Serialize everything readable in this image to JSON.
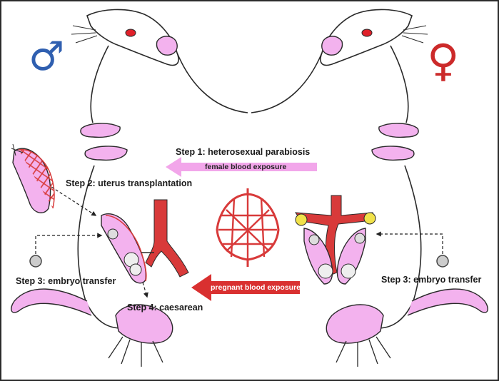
{
  "symbols": {
    "male": "♂",
    "female": "♀"
  },
  "steps": {
    "step1": "Step 1: heterosexual parabiosis",
    "step2": "Step 2: uterus transplantation",
    "step3_left": "Step 3: embryo transfer",
    "step3_right": "Step 3: embryo transfer",
    "step4": "Step 4: caesarean"
  },
  "arrows": {
    "female_blood": "female blood exposure",
    "pregnant_blood": "pregnant blood exposure"
  },
  "colors": {
    "male": "#2f5fb0",
    "female": "#cc2a2a",
    "pink": "#f3b2ee",
    "vessel": "#d83a3a",
    "outline": "#2a2a2a",
    "female_arrow": "#f2a6ea",
    "pregnant_arrow": "#d93030",
    "eye": "#e0202a"
  }
}
